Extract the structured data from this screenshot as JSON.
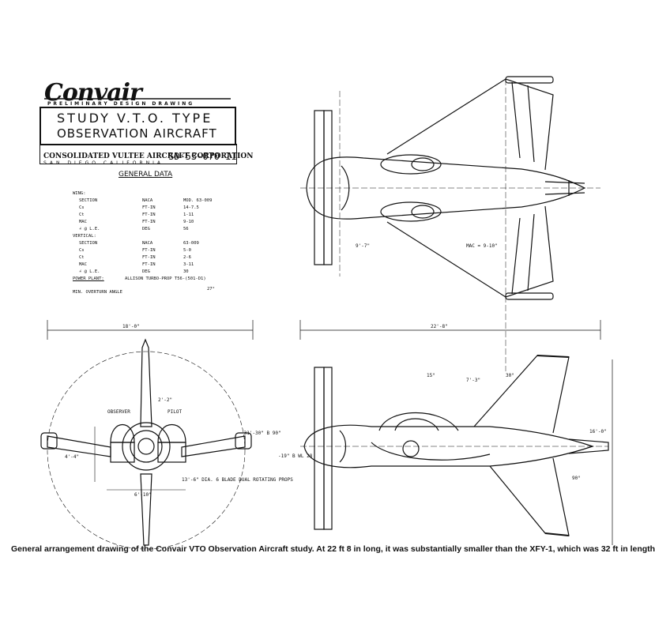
{
  "title_block": {
    "logo": "Convair",
    "subtitle": "PRELIMINARY DESIGN DRAWING",
    "title_line1": "STUDY V.T.O. TYPE",
    "title_line2": "OBSERVATION AIRCRAFT",
    "company": "CONSOLIDATED VULTEE AIRCRAFT CORPORATION",
    "address": "SAN DIEGO CALIFORNIA",
    "drawing_number": "SD-53-070 II"
  },
  "general_data": {
    "heading": "GENERAL DATA",
    "wing_label": "WING:",
    "wing_rows": [
      {
        "item": "SECTION",
        "unit": "NACA",
        "value": "MOD. 63-009"
      },
      {
        "item": "Cs",
        "unit": "FT-IN",
        "value": "14-7.5"
      },
      {
        "item": "Ct",
        "unit": "FT-IN",
        "value": "1-11"
      },
      {
        "item": "MAC",
        "unit": "FT-IN",
        "value": "9-10"
      },
      {
        "item": "∠ @ L.E.",
        "unit": "DEG",
        "value": "56"
      }
    ],
    "vertical_label": "VERTICAL:",
    "vertical_rows": [
      {
        "item": "SECTION",
        "unit": "NACA",
        "value": "63-009"
      },
      {
        "item": "Cs",
        "unit": "FT-IN",
        "value": "5-0"
      },
      {
        "item": "Ct",
        "unit": "FT-IN",
        "value": "2-6"
      },
      {
        "item": "MAC",
        "unit": "FT-IN",
        "value": "3-11"
      },
      {
        "item": "∠ @ L.E.",
        "unit": "DEG",
        "value": "30"
      }
    ],
    "power_plant_label": "POWER PLANT:",
    "power_plant_value": "ALLISON TURBO-PROP T56-(501-D1)",
    "overturn_label": "MIN. OVERTURN ANGLE",
    "overturn_value": "27°"
  },
  "dimensions": {
    "span": "18'-0\"",
    "length": "22'-8\"",
    "height": "16'-0\"",
    "dim_2_2": "2'-2\"",
    "dim_4_4": "4'-4\"",
    "dim_6_10": "6'-10\"",
    "props": "13'-6\" DIA. 6 BLADE DUAL ROTATING PROPS",
    "observer": "OBSERVER",
    "pilot": "PILOT",
    "mac_wing": "MAC = 9-10\"",
    "dim_9_7": "9'-7\"",
    "dim_7_3": "7'-3\"",
    "angle_30": "30°",
    "angle_90": "90°",
    "sta": "-31'-30\" B 90\"",
    "wl": "-19\" B WL 28",
    "ang_15": "15°"
  },
  "caption": "General arrangement drawing of the Convair VTO Observation Aircraft study. At 22 ft 8 in long, it was substantially smaller than the XFY-1, which was 32 ft in length"
}
